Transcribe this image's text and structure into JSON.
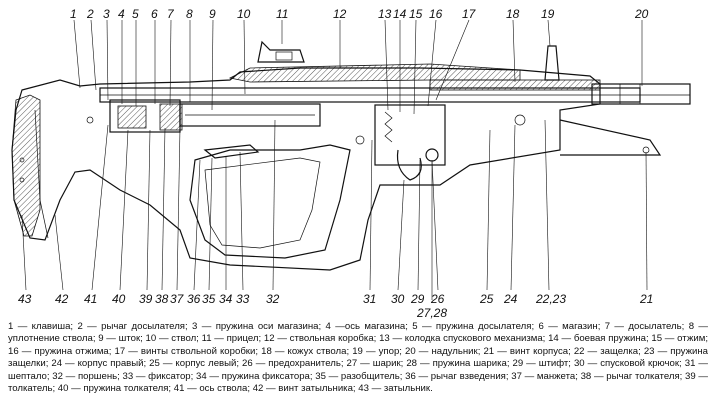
{
  "labels_top": [
    "1",
    "2",
    "3",
    "4",
    "5",
    "6",
    "7",
    "8",
    "9",
    "10",
    "11",
    "12",
    "13",
    "14",
    "15",
    "16",
    "17",
    "18",
    "19",
    "20"
  ],
  "labels_bottom": [
    "43",
    "42",
    "41",
    "40",
    "39",
    "38",
    "37",
    "36",
    "35",
    "34",
    "33",
    "32",
    "31",
    "30",
    "29",
    "26",
    "27,28",
    "25",
    "24",
    "22,23",
    "21"
  ],
  "caption": "1 — клавиша; 2 — рычаг досылателя; 3 — пружина оси магазина; 4 —ось магазина; 5 — пружина досылателя; 6 — магазин; 7 — досылатель; 8 — уплотнение ствола; 9 — шток; 10 — ствол; 11 — прицел; 12 — ствольная коробка; 13 — колодка спускового механизма; 14 — боевая пружина; 15 — отжим; 16 — пружина отжима; 17 — винты ствольной коробки; 18 — кожух ствола; 19 — упор; 20 — надульник; 21 — винт корпуса; 22 — защелка; 23 — пружина защелки; 24 — корпус правый; 25 — корпус левый; 26 — предохранитель; 27 — шарик; 28 — пружина шарика; 29 — штифт; 30 — спусковой крючок; 31 — шептало; 32 — поршень; 33 — фиксатор; 34 — пружина фиксатора; 35 — разобщитель; 36 — рычаг взведения; 37 — манжета; 38 — рычаг толкателя; 39 — толкатель; 40 — пружина толкателя; 41 — ось ствола; 42 — винт затыльника; 43 — затыльник."
}
